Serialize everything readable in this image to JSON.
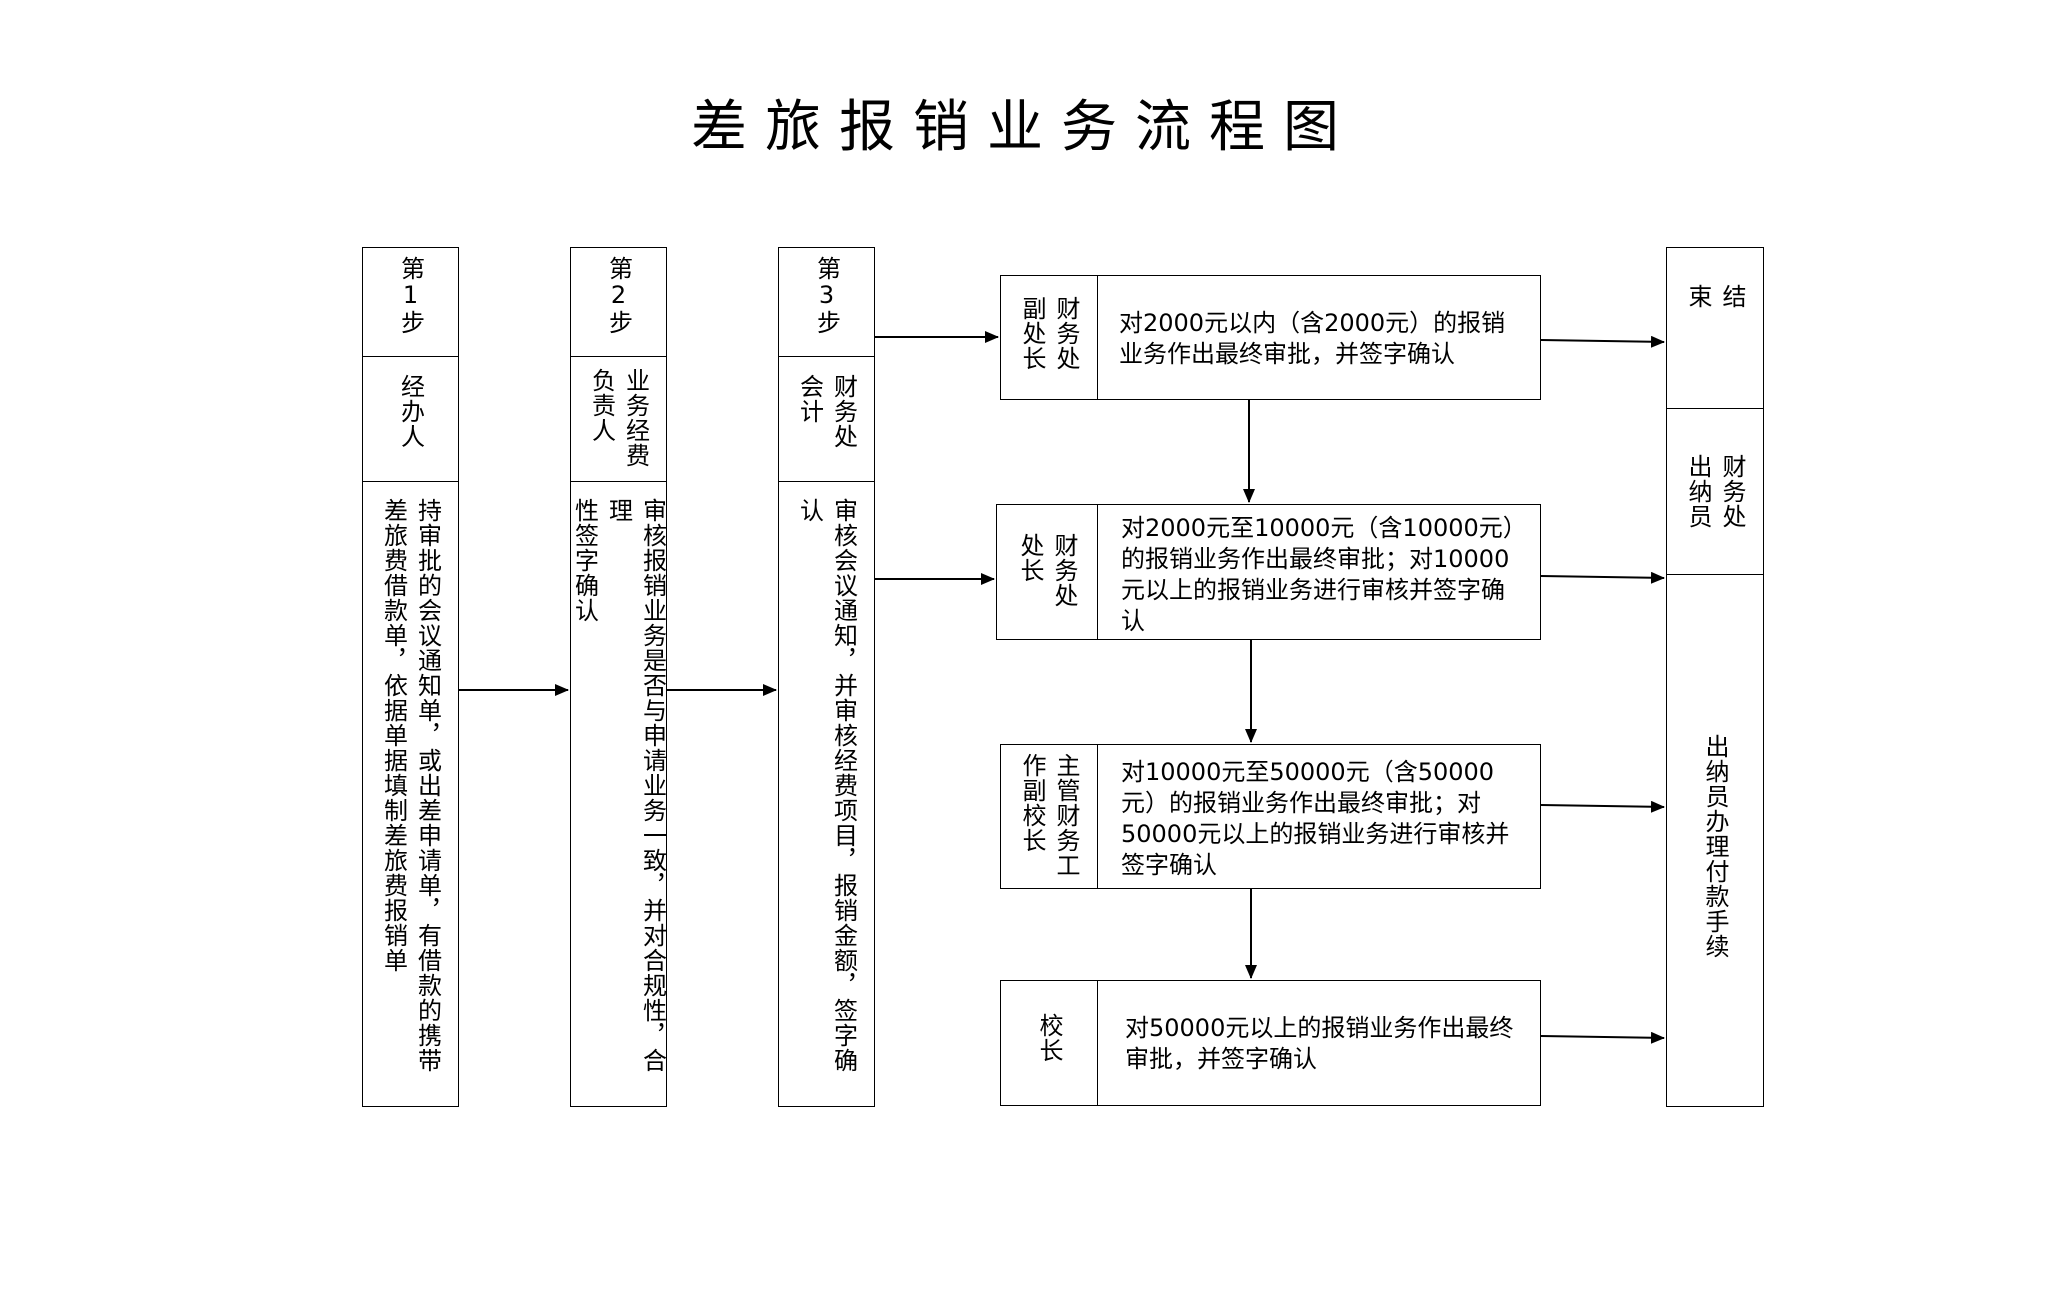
{
  "title": "差旅报销业务流程图",
  "step1": {
    "header": "第1步",
    "role": "经办人",
    "desc": "持审批的会议通知单，或出差申请单，有借款的携带差旅费借款单，依据单据填制差旅费报销单"
  },
  "step2": {
    "header": "第2步",
    "role_line1": "业务经费",
    "role_line2": "负责人",
    "desc_line1": "审核报销业务是否与申请业务一致，并对合规性，合理",
    "desc_line2": "性签字确认"
  },
  "step3": {
    "header": "第3步",
    "role_line1": "财务处",
    "role_line2": "会计",
    "desc": "审核会议通知，并审核经费项目，报销金额，签字确认"
  },
  "approvals": [
    {
      "role_line1": "财务处",
      "role_line2": "副处长",
      "text": "对2000元以内（含2000元）的报销业务作出最终审批，并签字确认"
    },
    {
      "role_line1": "财务处",
      "role_line2": "处长",
      "text": "对2000元至10000元（含10000元）的报销业务作出最终审批；对10000元以上的报销业务进行审核并签字确认"
    },
    {
      "role_line1": "主管财务工",
      "role_line2": "作副校长",
      "text": "对10000元至50000元（含50000元）的报销业务作出最终审批；对50000元以上的报销业务进行审核并签字确认"
    },
    {
      "role_line1": "校长",
      "role_line2": "",
      "text": "对50000元以上的报销业务作出最终审批，并签字确认"
    }
  ],
  "end": {
    "header": "结束",
    "role_line1": "财务处",
    "role_line2": "出纳员",
    "desc": "出纳员办理付款手续"
  }
}
